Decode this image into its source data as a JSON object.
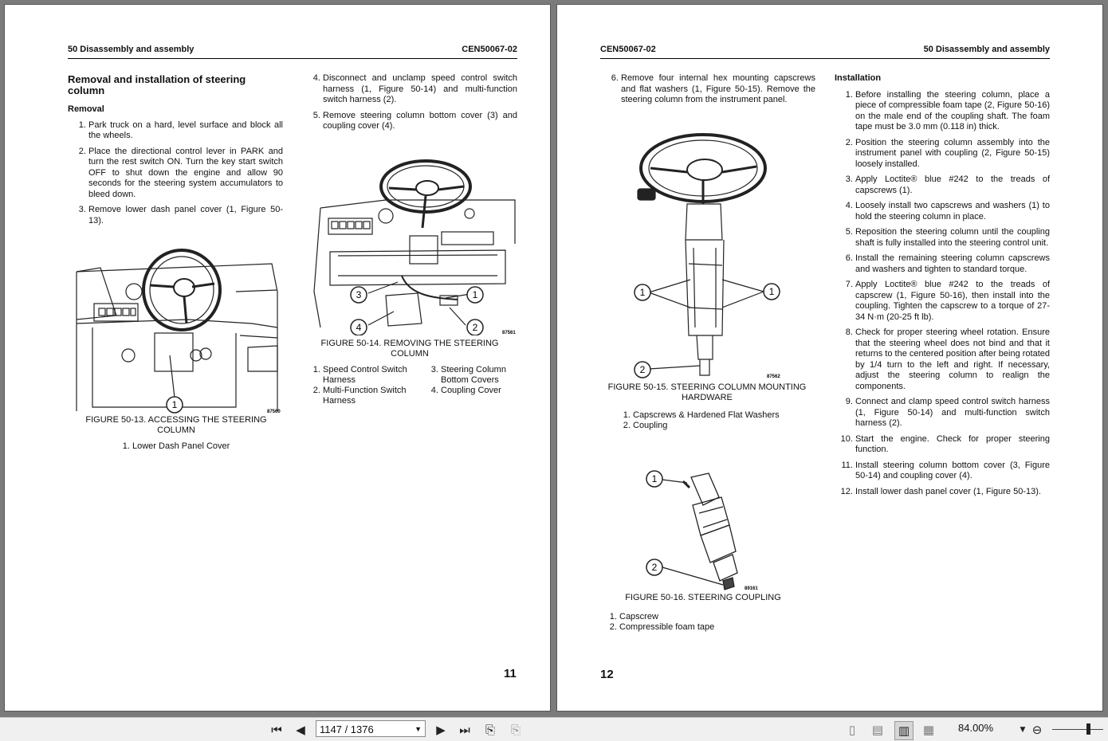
{
  "left_page": {
    "header_left": "50 Disassembly and assembly",
    "header_right": "CEN50067-02",
    "title": "Removal and installation of steering column",
    "section": "Removal",
    "steps_a": [
      "Park truck on a hard, level surface and block all the wheels.",
      "Place the directional control lever in PARK and turn the rest switch ON. Turn the key start switch OFF to shut down the engine and allow 90 seconds for the steering system accumulators to bleed down.",
      "Remove lower dash panel cover (1, Figure 50-13)."
    ],
    "steps_b": [
      "Disconnect and unclamp speed control switch harness (1, Figure 50-14) and multi-function switch harness (2).",
      "Remove steering column bottom cover (3) and coupling cover (4)."
    ],
    "fig13": {
      "caption": "FIGURE 50-13. ACCESSING THE STEERING COLUMN",
      "code": "87560",
      "callout": "1",
      "legend": [
        "Lower Dash Panel Cover"
      ]
    },
    "fig14": {
      "caption": "FIGURE 50-14. REMOVING THE STEERING COLUMN",
      "code": "87561",
      "callouts": [
        "1",
        "2",
        "3",
        "4"
      ],
      "legend": [
        "Speed Control Switch Harness",
        "Multi-Function Switch Harness",
        "Steering Column Bottom Covers",
        "Coupling Cover"
      ]
    },
    "page_number": "11"
  },
  "right_page": {
    "header_left": "CEN50067-02",
    "header_right": "50 Disassembly and assembly",
    "step6": "Remove four internal hex mounting capscrews and flat washers (1, Figure 50-15). Remove the steering column from the instrument panel.",
    "fig15": {
      "caption": "FIGURE 50-15. STEERING COLUMN MOUNTING HARDWARE",
      "code": "87562",
      "callouts": [
        "1",
        "1",
        "2"
      ],
      "legend": [
        "Capscrews & Hardened Flat Washers",
        "Coupling"
      ]
    },
    "fig16": {
      "caption": "FIGURE 50-16. STEERING COUPLING",
      "code": "89161",
      "callouts": [
        "1",
        "2"
      ],
      "legend": [
        "Capscrew",
        "Compressible foam tape"
      ]
    },
    "install_title": "Installation",
    "install_steps": [
      "Before installing the steering column, place a piece of compressible foam tape (2, Figure 50-16) on the male end of the coupling shaft. The foam tape must be 3.0 mm (0.118 in) thick.",
      "Position the steering column assembly into the instrument panel with coupling (2, Figure 50-15) loosely installed.",
      "Apply Loctite® blue #242 to the treads of capscrews (1).",
      "Loosely install two capscrews and washers (1) to hold the steering column in place.",
      "Reposition the steering column until the coupling shaft is fully installed into the steering control unit.",
      "Install the remaining steering column capscrews and washers and tighten to standard torque.",
      "Apply Loctite® blue #242 to the treads of capscrew (1, Figure 50-16), then install into the coupling. Tighten the capscrew to a torque of 27-34 N·m (20-25 ft lb).",
      "Check for proper steering wheel rotation. Ensure that the steering wheel does not bind and that it returns to the centered position after being rotated by 1/4 turn to the left and right. If necessary, adjust the steering column to realign the components.",
      "Connect and clamp speed control switch harness (1, Figure 50-14) and multi-function switch harness (2).",
      "Start the engine. Check for proper steering function.",
      "Install steering column bottom cover (3, Figure 50-14) and coupling cover (4).",
      "Install lower dash panel cover (1, Figure 50-13)."
    ],
    "page_number": "12"
  },
  "toolbar": {
    "page_indicator": "1147 / 1376",
    "zoom": "84.00%",
    "icons": [
      "first-page-icon",
      "prev-page-icon",
      "next-page-icon",
      "last-page-icon",
      "prev-view-icon",
      "next-view-icon",
      "single-page-icon",
      "continuous-icon",
      "two-page-icon",
      "two-page-continuous-icon",
      "zoom-out-icon"
    ]
  }
}
